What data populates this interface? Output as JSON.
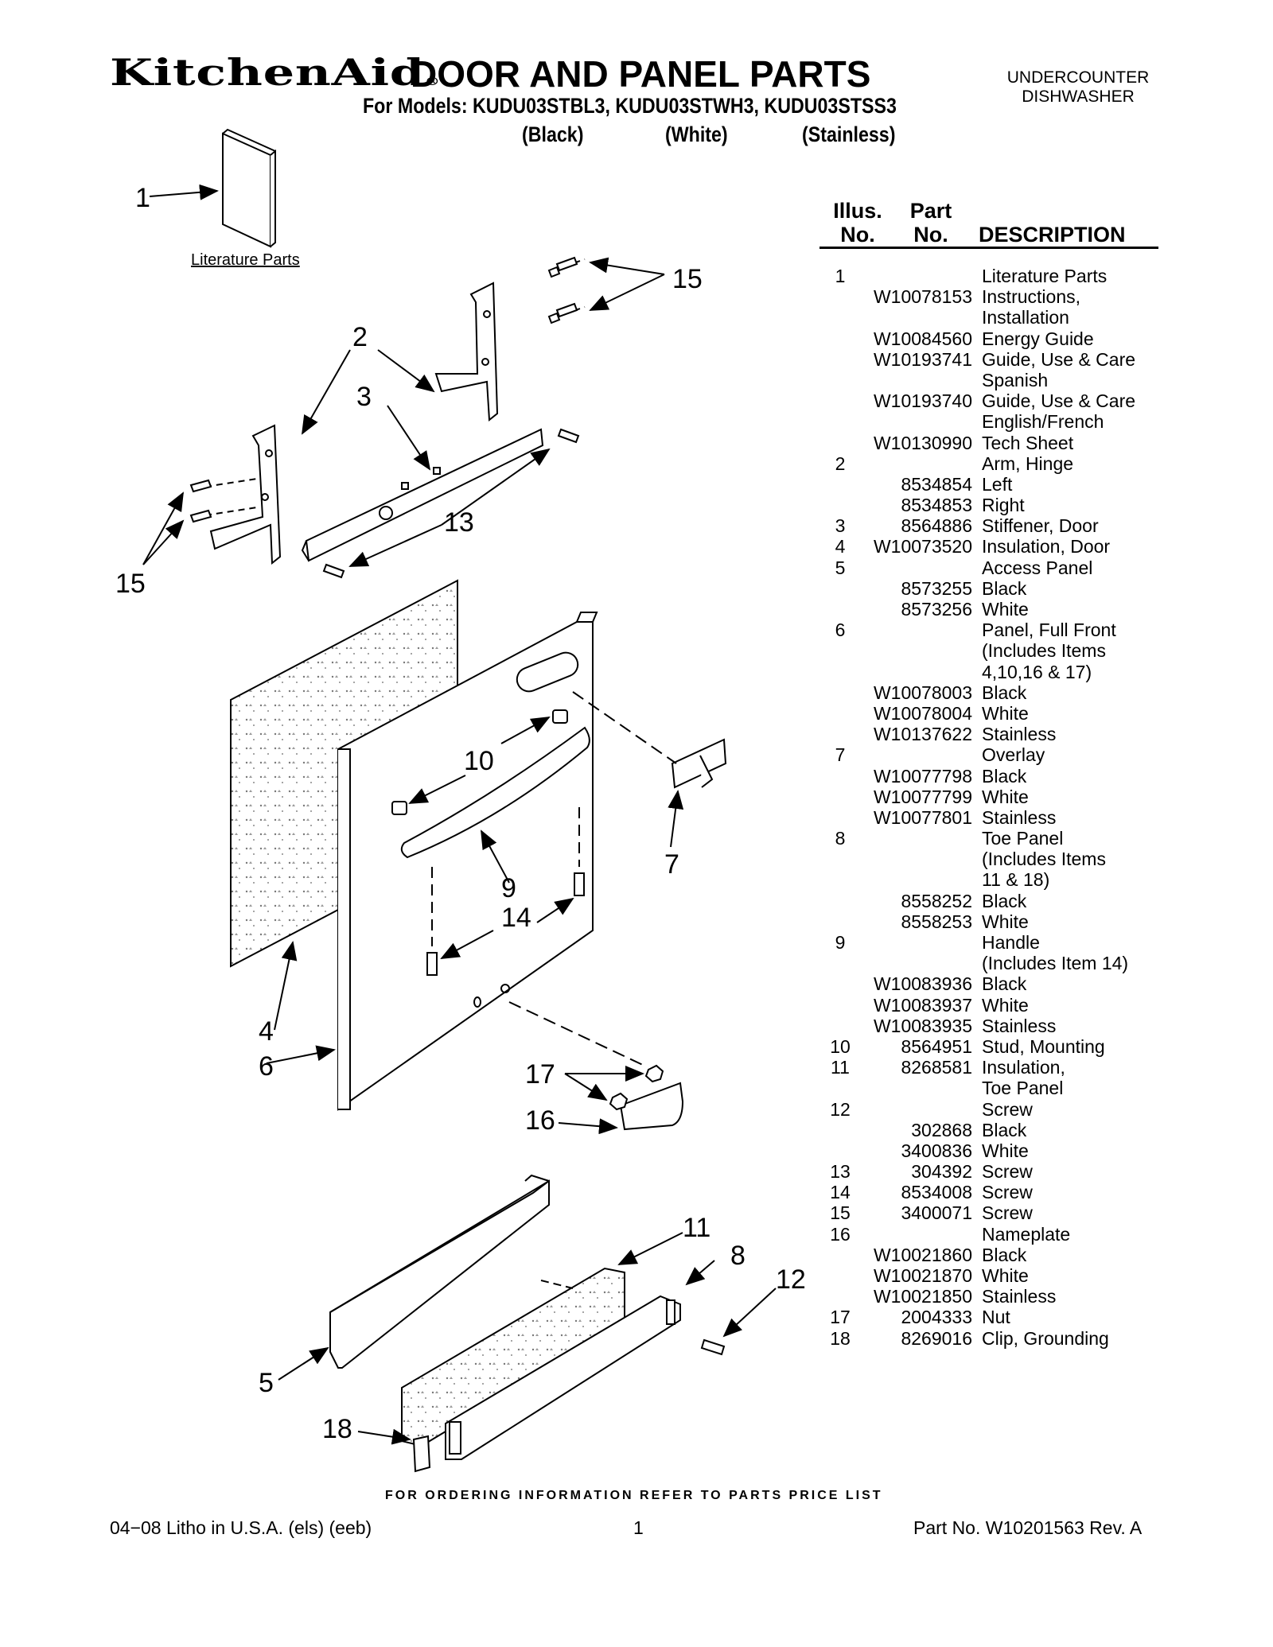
{
  "header": {
    "brand": "KitchenAid",
    "brand_mark": "®",
    "title": "DOOR AND PANEL PARTS",
    "models_line": "For Models: KUDU03STBL3, KUDU03STWH3, KUDU03STSS3",
    "variants": [
      "(Black)",
      "(White)",
      "(Stainless)"
    ],
    "category": [
      "UNDERCOUNTER",
      "DISHWASHER"
    ]
  },
  "diagram": {
    "literature_label": "Literature Parts",
    "callouts": [
      "1",
      "2",
      "3",
      "4",
      "5",
      "6",
      "7",
      "8",
      "9",
      "10",
      "11",
      "12",
      "13",
      "14",
      "15",
      "15",
      "16",
      "17",
      "18"
    ]
  },
  "table": {
    "headers": {
      "illus_1": "Illus.",
      "illus_2": "No.",
      "part_1": "Part",
      "part_2": "No.",
      "description": "DESCRIPTION"
    },
    "rows": [
      {
        "illus": "1",
        "part": "",
        "desc": "Literature Parts"
      },
      {
        "illus": "",
        "part": "W10078153",
        "desc": "Instructions,"
      },
      {
        "illus": "",
        "part": "",
        "desc": "Installation"
      },
      {
        "illus": "",
        "part": "W10084560",
        "desc": "Energy Guide"
      },
      {
        "illus": "",
        "part": "W10193741",
        "desc": "Guide, Use & Care"
      },
      {
        "illus": "",
        "part": "",
        "desc": "Spanish"
      },
      {
        "illus": "",
        "part": "W10193740",
        "desc": "Guide, Use & Care"
      },
      {
        "illus": "",
        "part": "",
        "desc": "English/French"
      },
      {
        "illus": "",
        "part": "W10130990",
        "desc": "Tech Sheet"
      },
      {
        "illus": "2",
        "part": "",
        "desc": "Arm, Hinge"
      },
      {
        "illus": "",
        "part": "8534854",
        "desc": "Left"
      },
      {
        "illus": "",
        "part": "8534853",
        "desc": "Right"
      },
      {
        "illus": "3",
        "part": "8564886",
        "desc": "Stiffener, Door"
      },
      {
        "illus": "4",
        "part": "W10073520",
        "desc": "Insulation, Door"
      },
      {
        "illus": "5",
        "part": "",
        "desc": "Access Panel"
      },
      {
        "illus": "",
        "part": "8573255",
        "desc": "Black"
      },
      {
        "illus": "",
        "part": "8573256",
        "desc": "White"
      },
      {
        "illus": "6",
        "part": "",
        "desc": "Panel, Full Front"
      },
      {
        "illus": "",
        "part": "",
        "desc": "(Includes Items"
      },
      {
        "illus": "",
        "part": "",
        "desc": "4,10,16 & 17)"
      },
      {
        "illus": "",
        "part": "W10078003",
        "desc": "Black"
      },
      {
        "illus": "",
        "part": "W10078004",
        "desc": "White"
      },
      {
        "illus": "",
        "part": "W10137622",
        "desc": "Stainless"
      },
      {
        "illus": "7",
        "part": "",
        "desc": "Overlay"
      },
      {
        "illus": "",
        "part": "W10077798",
        "desc": "Black"
      },
      {
        "illus": "",
        "part": "W10077799",
        "desc": "White"
      },
      {
        "illus": "",
        "part": "W10077801",
        "desc": "Stainless"
      },
      {
        "illus": "8",
        "part": "",
        "desc": "Toe Panel"
      },
      {
        "illus": "",
        "part": "",
        "desc": "(Includes Items"
      },
      {
        "illus": "",
        "part": "",
        "desc": "11 & 18)"
      },
      {
        "illus": "",
        "part": "8558252",
        "desc": "Black"
      },
      {
        "illus": "",
        "part": "8558253",
        "desc": "White"
      },
      {
        "illus": "9",
        "part": "",
        "desc": "Handle"
      },
      {
        "illus": "",
        "part": "",
        "desc": "(Includes Item 14)"
      },
      {
        "illus": "",
        "part": "W10083936",
        "desc": "Black"
      },
      {
        "illus": "",
        "part": "W10083937",
        "desc": "White"
      },
      {
        "illus": "",
        "part": "W10083935",
        "desc": "Stainless"
      },
      {
        "illus": "10",
        "part": "8564951",
        "desc": "Stud, Mounting"
      },
      {
        "illus": "11",
        "part": "8268581",
        "desc": "Insulation,"
      },
      {
        "illus": "",
        "part": "",
        "desc": "Toe Panel"
      },
      {
        "illus": "12",
        "part": "",
        "desc": "Screw"
      },
      {
        "illus": "",
        "part": "302868",
        "desc": "Black"
      },
      {
        "illus": "",
        "part": "3400836",
        "desc": "White"
      },
      {
        "illus": "13",
        "part": "304392",
        "desc": "Screw"
      },
      {
        "illus": "14",
        "part": "8534008",
        "desc": "Screw"
      },
      {
        "illus": "15",
        "part": "3400071",
        "desc": "Screw"
      },
      {
        "illus": "16",
        "part": "",
        "desc": "Nameplate"
      },
      {
        "illus": "",
        "part": "W10021860",
        "desc": "Black"
      },
      {
        "illus": "",
        "part": "W10021870",
        "desc": "White"
      },
      {
        "illus": "",
        "part": "W10021850",
        "desc": "Stainless"
      },
      {
        "illus": "17",
        "part": "2004333",
        "desc": "Nut"
      },
      {
        "illus": "18",
        "part": "8269016",
        "desc": "Clip, Grounding"
      }
    ]
  },
  "footer": {
    "ordering_note": "FOR ORDERING INFORMATION REFER TO PARTS PRICE LIST",
    "litho": "04−08 Litho in U.S.A. (els) (eeb)",
    "page_number": "1",
    "part_number": "Part No. W10201563 Rev. A"
  }
}
